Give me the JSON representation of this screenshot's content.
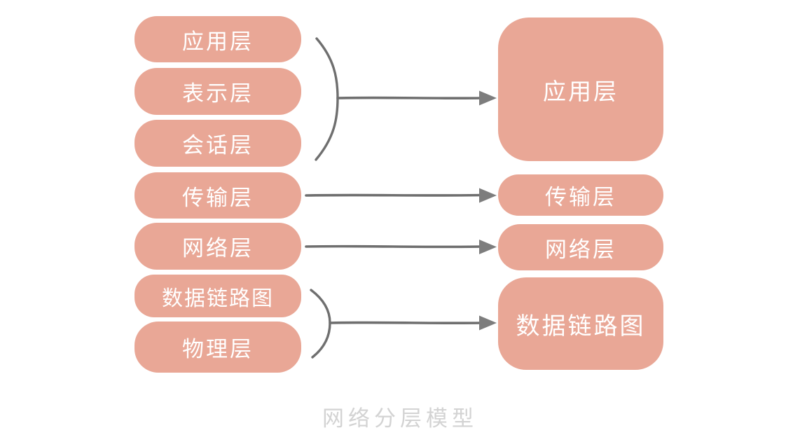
{
  "diagram": {
    "caption": "网络分层模型",
    "colors": {
      "box_fill": "#e9a796",
      "box_text": "#ffffff",
      "connector": "#6f6f6f",
      "arrowhead": "#7d7d7d",
      "caption_text": "#d3d3d3",
      "background": "#ffffff"
    },
    "left_column": {
      "items": [
        {
          "label": "应用层"
        },
        {
          "label": "表示层"
        },
        {
          "label": "会话层"
        },
        {
          "label": "传输层"
        },
        {
          "label": "网络层"
        },
        {
          "label": "数据链路图"
        },
        {
          "label": "物理层"
        }
      ]
    },
    "right_column": {
      "items": [
        {
          "label": "应用层"
        },
        {
          "label": "传输层"
        },
        {
          "label": "网络层"
        },
        {
          "label": "数据链路图"
        }
      ]
    },
    "connections": [
      {
        "from": "应用层, 表示层, 会话层",
        "to": "应用层",
        "style": "brace-arrow"
      },
      {
        "from": "传输层",
        "to": "传输层",
        "style": "arrow"
      },
      {
        "from": "网络层",
        "to": "网络层",
        "style": "arrow"
      },
      {
        "from": "数据链路图, 物理层",
        "to": "数据链路图",
        "style": "brace-arrow"
      }
    ]
  }
}
